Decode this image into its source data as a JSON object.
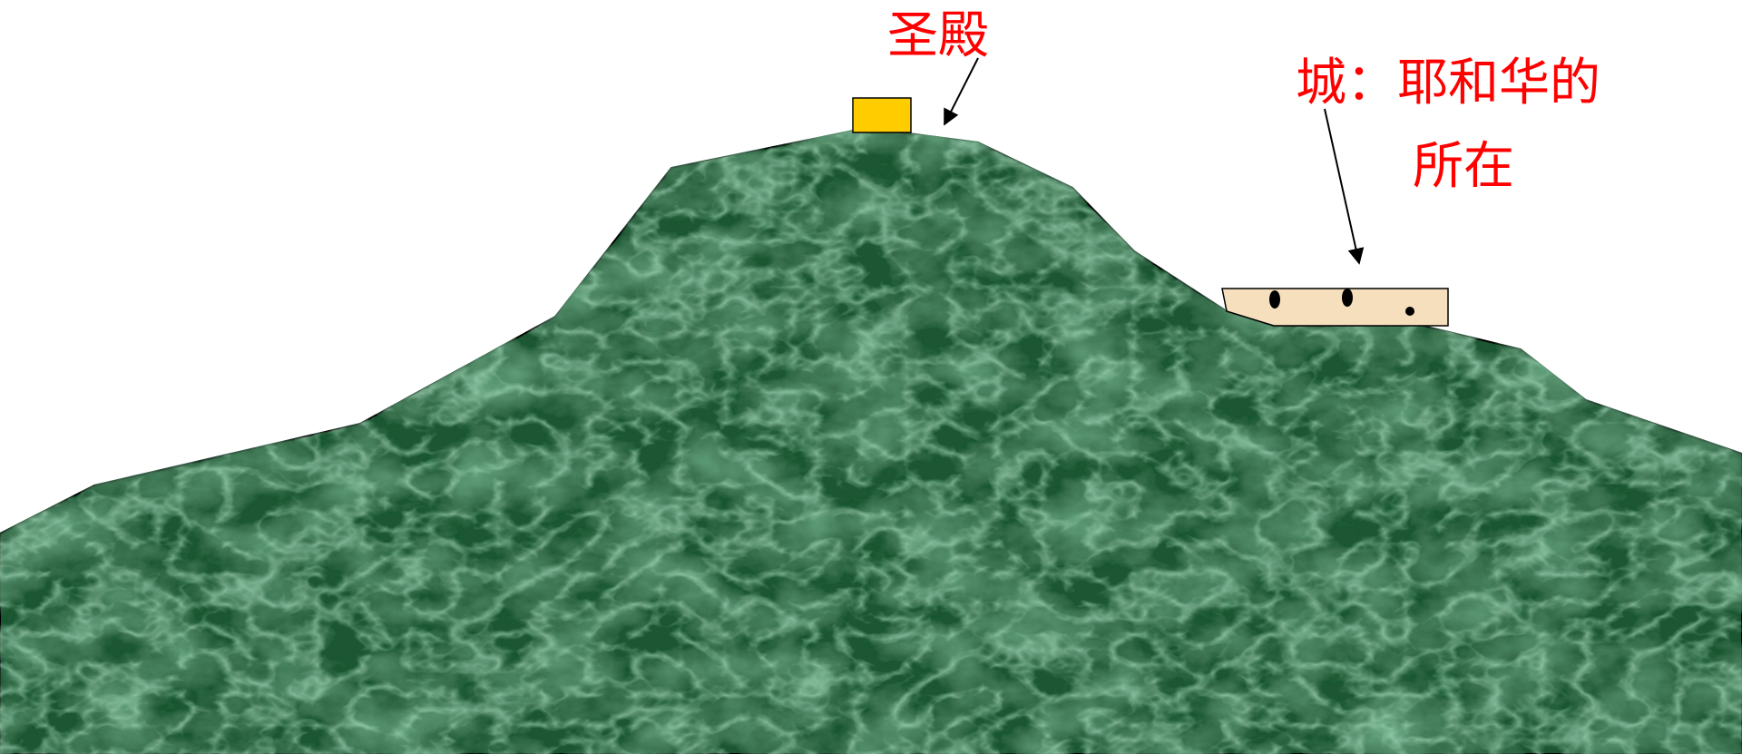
{
  "labels": {
    "temple": "圣殿",
    "city_line1": "城：耶和华的",
    "city_line2": "所在"
  },
  "colors": {
    "hill_dark": "#1d4f2c",
    "hill_mid": "#2f7446",
    "hill_vein": "#6fc48f",
    "temple": "#ffcc00",
    "city": "#f5dfbd",
    "label": "#ff0000",
    "outline": "#000000"
  },
  "icons": [
    "temple-block-icon",
    "city-block-icon",
    "arrow-icon"
  ]
}
